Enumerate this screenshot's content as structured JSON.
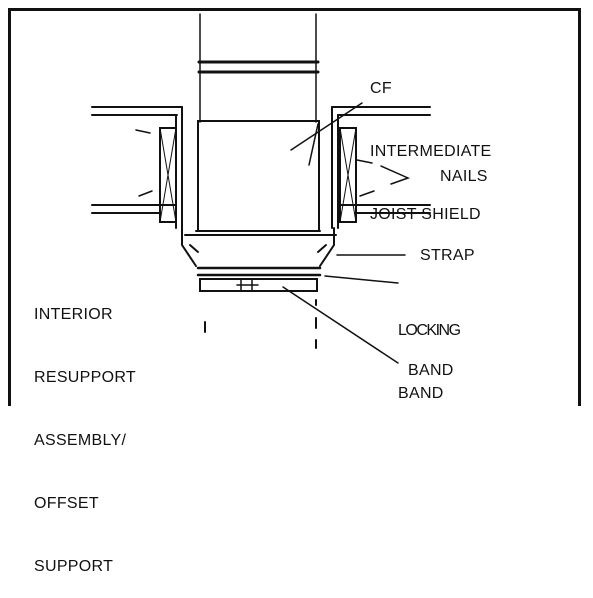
{
  "labels": {
    "cf_line1": "CF",
    "cf_line2": "INTERMEDIATE",
    "cf_line3": "JOIST SHIELD",
    "nails": "NAILS",
    "strap": "STRAP",
    "locking_line1": "LOCKING",
    "locking_line2": "BAND",
    "band": "BAND",
    "interior_line1": "INTERIOR",
    "interior_line2": "RESUPPORT",
    "interior_line3": "ASSEMBLY/",
    "interior_line4": "OFFSET",
    "interior_line5": "SUPPORT"
  }
}
